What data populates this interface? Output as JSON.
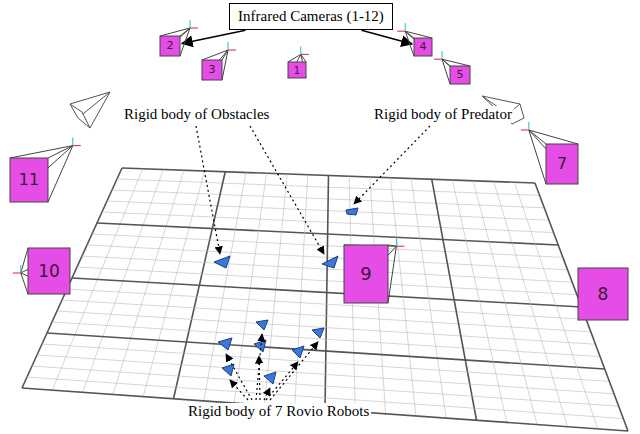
{
  "diagram": {
    "nodes": [
      {
        "text": [
          "Infrared Cameras (1-12)"
        ]
      },
      {
        "text": [
          "2"
        ]
      },
      {
        "text": [
          "3"
        ]
      },
      {
        "text": [
          "1"
        ]
      },
      {
        "text": [
          "4"
        ]
      },
      {
        "text": [
          "5"
        ]
      },
      {
        "text": [
          "11"
        ]
      },
      {
        "text": [
          "7"
        ]
      },
      {
        "text": [
          "10"
        ]
      },
      {
        "text": [
          "9"
        ]
      },
      {
        "text": [
          "8"
        ]
      }
    ],
    "edges": [
      {
        "from": 0,
        "to": 1,
        "arrow": "to"
      },
      {
        "from": 0,
        "to": 4,
        "arrow": "to"
      }
    ],
    "labels": [
      "Rigid body of Obstacles",
      "Rigid body of Predator",
      "Rigid body of 7 Rovio Robots"
    ]
  }
}
